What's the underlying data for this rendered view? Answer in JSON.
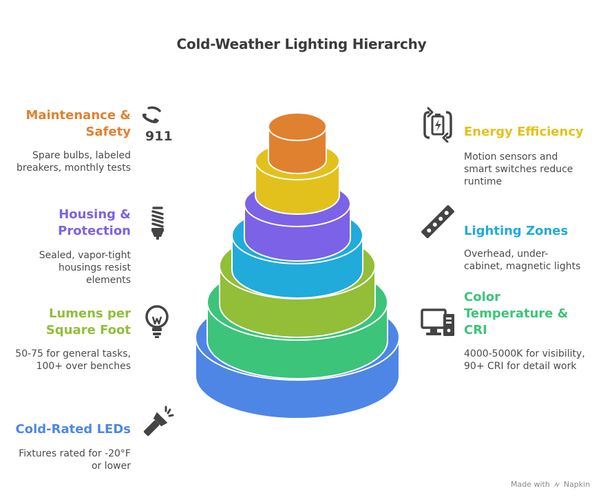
{
  "title": "Cold-Weather Lighting Hierarchy",
  "colors": {
    "orange": "#E0812F",
    "yellow": "#E3C11C",
    "purple": "#7C62E6",
    "cyan": "#20ABDB",
    "lime": "#92BE38",
    "green": "#3CC47A",
    "blue": "#4E86E6"
  },
  "items": {
    "maintenance": {
      "heading": [
        "Maintenance &",
        "Safety"
      ],
      "desc": [
        "Spare bulbs, labeled",
        "breakers, monthly tests"
      ],
      "icon": "phone-911-icon",
      "icon_text": "911",
      "color": "#E0812F"
    },
    "energy": {
      "heading": [
        "Energy Efficiency"
      ],
      "desc": [
        "Motion sensors and",
        "smart switches reduce",
        "runtime"
      ],
      "icon": "battery-cycle-icon",
      "color": "#E3C11C"
    },
    "housing": {
      "heading": [
        "Housing &",
        "Protection"
      ],
      "desc": [
        "Sealed, vapor-tight",
        "housings resist",
        "elements"
      ],
      "icon": "cfl-bulb-icon",
      "color": "#7C62E6"
    },
    "zones": {
      "heading": [
        "Lighting Zones"
      ],
      "desc": [
        "Overhead, under-",
        "cabinet, magnetic lights"
      ],
      "icon": "led-strip-icon",
      "color": "#20ABDB"
    },
    "lumens": {
      "heading": [
        "Lumens per",
        "Square Foot"
      ],
      "desc": [
        "50-75 for general tasks,",
        "100+ over benches"
      ],
      "icon": "lightbulb-icon",
      "color": "#92BE38"
    },
    "color_temp": {
      "heading": [
        "Color",
        "Temperature &",
        "CRI"
      ],
      "desc": [
        "4000-5000K for visibility,",
        "90+ CRI for detail work"
      ],
      "icon": "monitor-icon",
      "color": "#3CC47A"
    },
    "leds": {
      "heading": [
        "Cold-Rated LEDs"
      ],
      "desc": [
        "Fixtures rated for -20°F",
        "or lower"
      ],
      "icon": "flashlight-icon",
      "color": "#4E86E6"
    }
  },
  "watermark": {
    "text": "Made with",
    "brand": "Napkin"
  }
}
